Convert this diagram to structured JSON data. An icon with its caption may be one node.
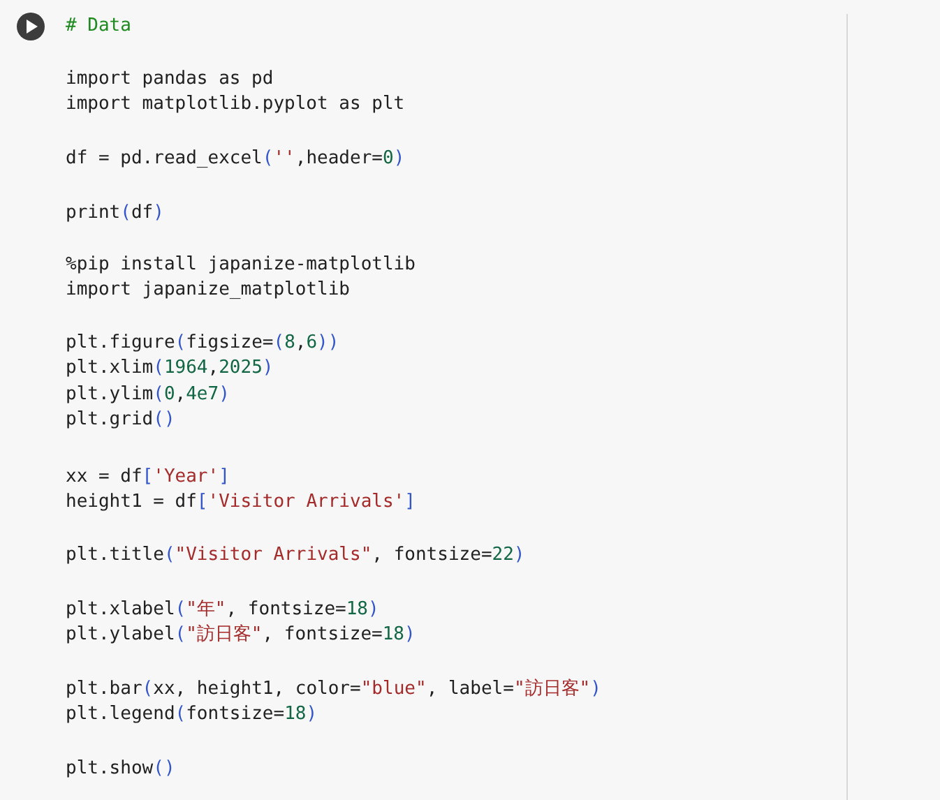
{
  "diagram": {
    "labels": [
      "# Data",
      "import pandas as pd",
      "import matplotlib.pyplot as plt",
      "df = pd.read_excel('',header=0)",
      "print(df)",
      "%pip install japanize-matplotlib",
      "import japanize_matplotlib",
      "plt.figure(figsize=(8,6))",
      "plt.xlim(1964,2025)",
      "plt.ylim(0,4e7)",
      "plt.grid()",
      "xx = df['Year']",
      "height1 = df['Visitor Arrivals']",
      "plt.title(\"Visitor Arrivals\", fontsize=22)",
      "plt.xlabel(\"年\", fontsize=18)",
      "plt.ylabel(\"訪日客\", fontsize=18)",
      "plt.bar(xx, height1, color=\"blue\", label=\"訪日客\")",
      "plt.legend(fontsize=18)",
      "plt.show()"
    ]
  }
}
